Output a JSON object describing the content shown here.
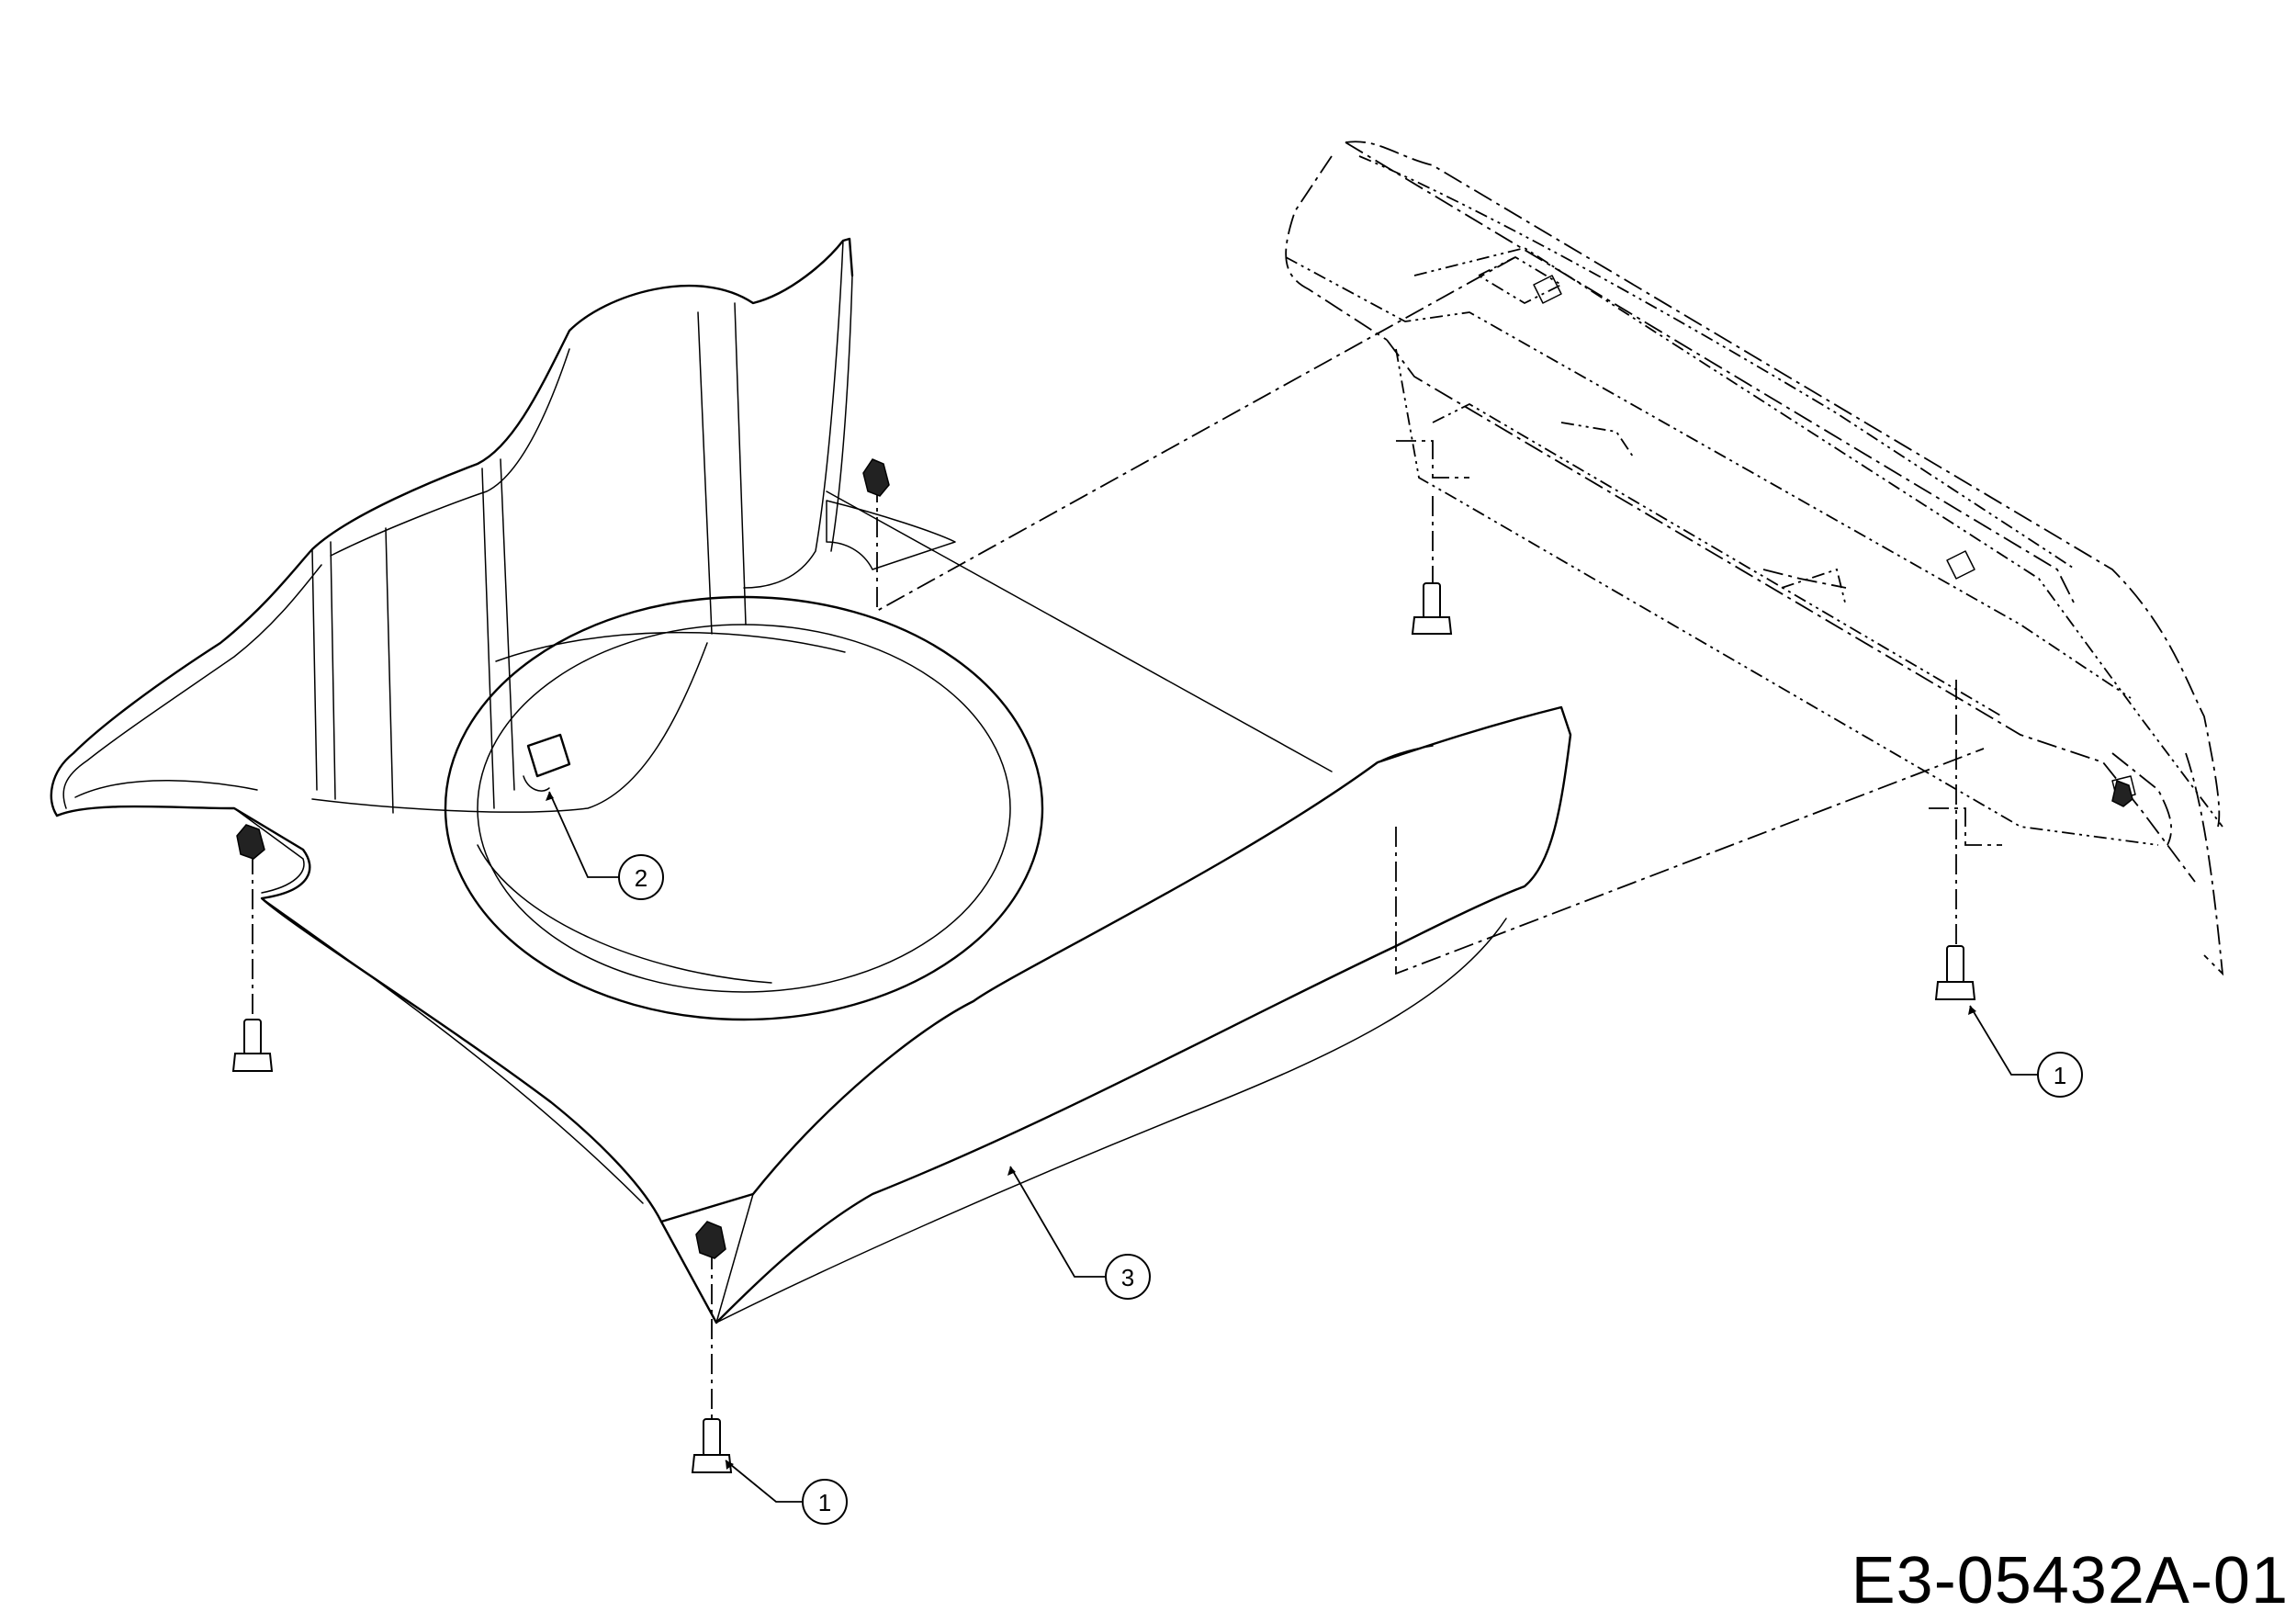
{
  "drawing_code": "E3-05432A-01",
  "callouts": [
    {
      "label": "1"
    },
    {
      "label": "2"
    },
    {
      "label": "3"
    },
    {
      "label": "1"
    }
  ]
}
